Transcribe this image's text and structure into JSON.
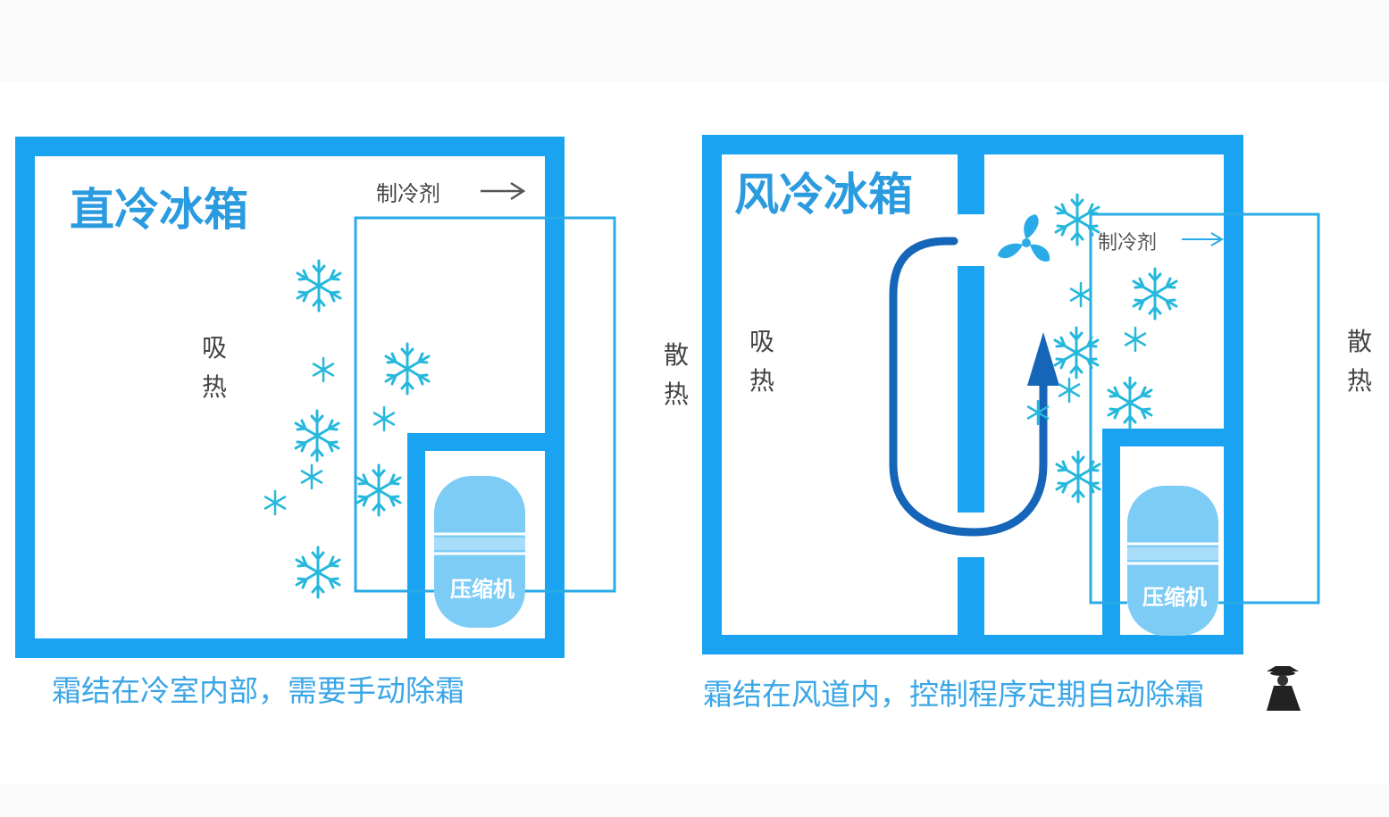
{
  "left_panel": {
    "title": "直冷冰箱",
    "refrigerant_label": "制冷剂",
    "absorb_heat": [
      "吸",
      "热"
    ],
    "release_heat": [
      "散",
      "热"
    ],
    "compressor_label": "压缩机",
    "caption": "霜结在冷室内部，需要手动除霜"
  },
  "right_panel": {
    "title": "风冷冰箱",
    "refrigerant_label": "制冷剂",
    "absorb_heat": [
      "吸",
      "热"
    ],
    "release_heat": [
      "散",
      "热"
    ],
    "compressor_label": "压缩机",
    "caption": "霜结在风道内，控制程序定期自动除霜"
  },
  "colors": {
    "frame_blue": "#1aa3f0",
    "pipe_blue": "#29abe8",
    "title_blue": "#2b9be0",
    "snowflake_cyan": "#25b8dc",
    "compressor_blue": "#7cccf6",
    "airflow_dark_blue": "#1565b8",
    "text_dark": "#444444"
  },
  "icons": [
    "snowflake-icon",
    "fan-icon",
    "arrow-right-icon",
    "airflow-arrow-icon",
    "watermark-figure-icon"
  ]
}
